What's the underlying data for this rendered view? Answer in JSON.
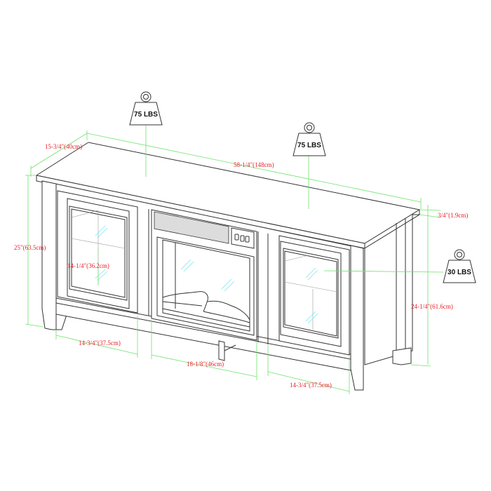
{
  "diagram": {
    "subject": "TV stand with electric fireplace insert and two glass doors",
    "colors": {
      "line": "#333333",
      "dimension_line": "#6be36b",
      "dimension_text": "#e8202a",
      "glass_highlight": "#7fe3f0",
      "weight_icon": "#333333"
    },
    "weight_limits": [
      {
        "id": "top-left",
        "label": "75 LBS"
      },
      {
        "id": "top-right",
        "label": "75 LBS"
      },
      {
        "id": "shelf",
        "label": "30 LBS"
      }
    ],
    "dimensions": {
      "depth": "15-3/4\"(40cm)",
      "width": "58-1/4\"(148cm)",
      "top_thickness": "3/4\"(1.9cm)",
      "overall_height": "25\"(63.5cm)",
      "shelf_opening_height": "14-1/4\"(36.2cm)",
      "interior_height": "24-1/4\"(61.6cm)",
      "left_cabinet_width": "14-3/4\"(37.5cm)",
      "fireplace_width": "18-1/8\"(46cm)",
      "right_cabinet_width": "14-3/4\"(37.5cm)"
    }
  }
}
